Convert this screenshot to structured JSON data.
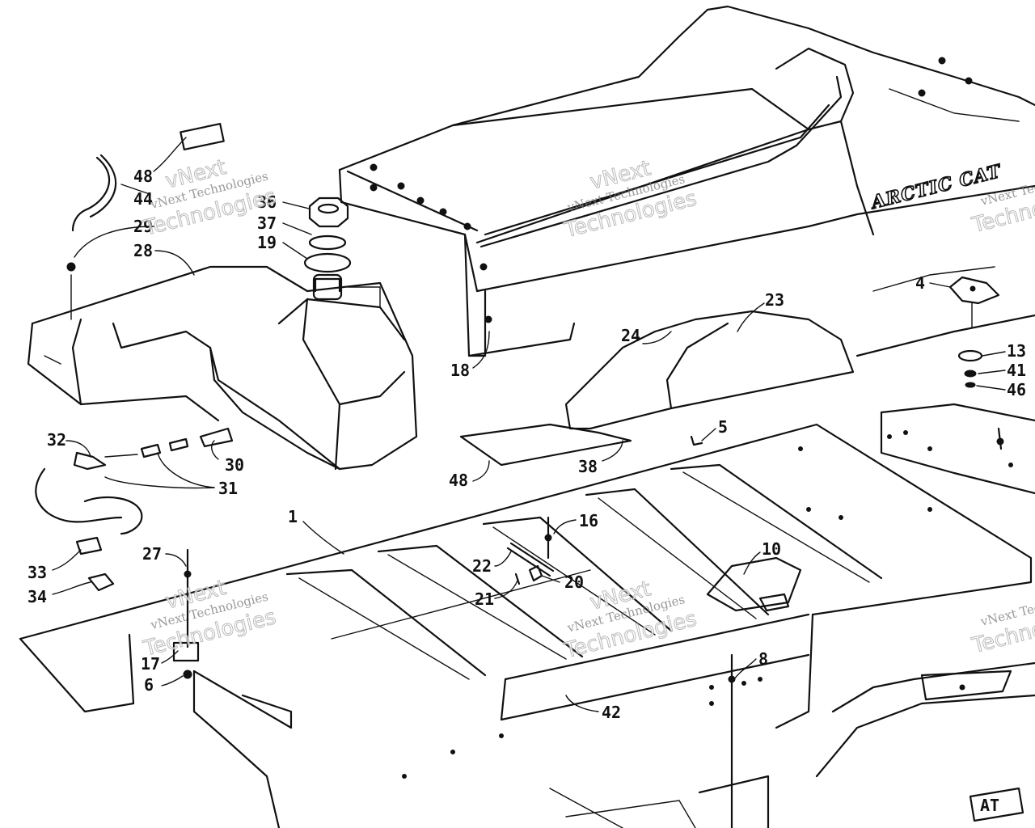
{
  "brand": {
    "decal": "ARCTIC CAT",
    "badge": "AT"
  },
  "watermark": {
    "line1": "vNext",
    "line2": "vNext Technologies",
    "line3": "Technologies"
  },
  "callouts": {
    "c48a": "48",
    "c44": "44",
    "c29": "29",
    "c28": "28",
    "c36": "36",
    "c37": "37",
    "c19": "19",
    "c18": "18",
    "c24": "24",
    "c23": "23",
    "c4": "4",
    "c13": "13",
    "c41": "41",
    "c46": "46",
    "c5": "5",
    "c38": "38",
    "c48b": "48",
    "c32": "32",
    "c30": "30",
    "c31": "31",
    "c1": "1",
    "c33": "33",
    "c34": "34",
    "c27": "27",
    "c16": "16",
    "c22": "22",
    "c20": "20",
    "c21": "21",
    "c10": "10",
    "c17": "17",
    "c6": "6",
    "c8": "8",
    "c42": "42"
  }
}
